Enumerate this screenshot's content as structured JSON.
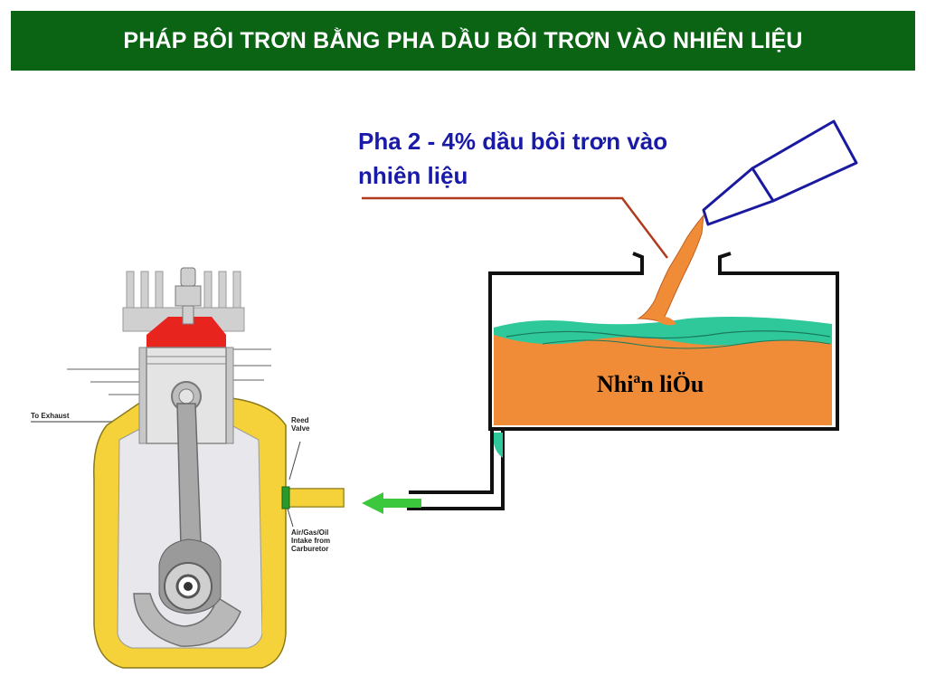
{
  "title": "PHÁP BÔI TRƠN BẰNG PHA DẦU BÔI TRƠN VÀO NHIÊN LIỆU",
  "caption": {
    "line1": "Pha 2 - 4% dầu bôi trơn vào",
    "line2": "nhiên liệu"
  },
  "tank": {
    "label": "Nhiªn liÖu"
  },
  "engine": {
    "exhaust_label": "To Exhaust",
    "reed_valve_label": [
      "Reed",
      "Valve"
    ],
    "intake_label": [
      "Air/Gas/Oil",
      "Intake from",
      "Carburetor"
    ]
  },
  "colors": {
    "title_bg": "#0a6414",
    "caption_text": "#1a1aa8",
    "fuel": "#f08c38",
    "oil_film": "#2ec89a",
    "engine_body": "#f5d23a",
    "combustion": "#e8241e",
    "arrow": "#3cc83c",
    "bottle": "#1a1aa0",
    "leader_line": "#b03a1e"
  }
}
